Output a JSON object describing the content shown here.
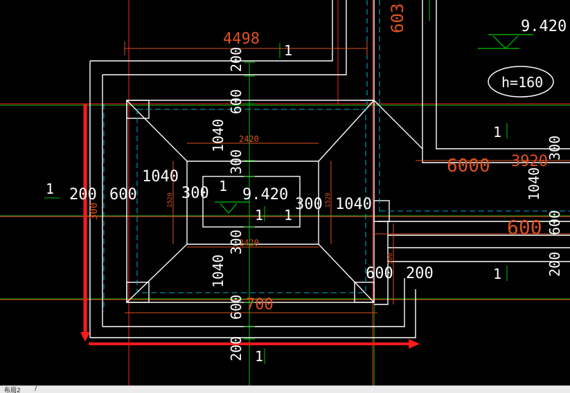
{
  "colors": {
    "background": "#000000",
    "white": "#ffffff",
    "orange": "#e0521f",
    "red": "#ff2020",
    "green": "#00c800",
    "cyan": "#00b4c8",
    "bright_red": "#ff1a1a"
  },
  "labels": {
    "dim_top_4498": "4498",
    "dim_top_603": "603",
    "elev_top_right": "9.420",
    "h_ellipse": "h=160",
    "dim_200_top": "200",
    "dim_600_top": "600",
    "dim_1040_top": "1040",
    "dim_2420_top": "2420",
    "dim_300_top": "300",
    "dim_1040_left": "1040",
    "dim_200_left": "200",
    "dim_600_left": "600",
    "dim_300_left": "300",
    "dim_1520_left": "1520",
    "elev_center": "9.420",
    "dim_300_right": "300",
    "dim_1040_right": "1040",
    "dim_1520_right": "1520",
    "dim_2420_bottom": "2420",
    "dim_300_bottom": "300",
    "dim_1040_bottom": "1040",
    "dim_600_bottom_right": "600",
    "dim_200_bottom_right": "200",
    "dim_500_small": "500",
    "dim_700_bottom": "700",
    "dim_600_bottom": "600",
    "dim_200_bottom": "200",
    "dim_6000_mid": "6000",
    "dim_3920_mid": "3920",
    "dim_300_right_edge": "300",
    "dim_1040_right_edge": "1040",
    "dim_600_right_orange": "600",
    "dim_600_right_edge": "600",
    "dim_200_right_edge": "200",
    "dim_300_left_vertical": "300",
    "marker_one_a": "1",
    "marker_one_b": "1",
    "marker_one_c": "1",
    "marker_one_d": "1",
    "marker_one_e": "1",
    "marker_one_f": "1",
    "marker_one_g": "1",
    "marker_one_h": "1"
  },
  "statusbar": {
    "tab_label": "布局2",
    "separator": "/"
  }
}
